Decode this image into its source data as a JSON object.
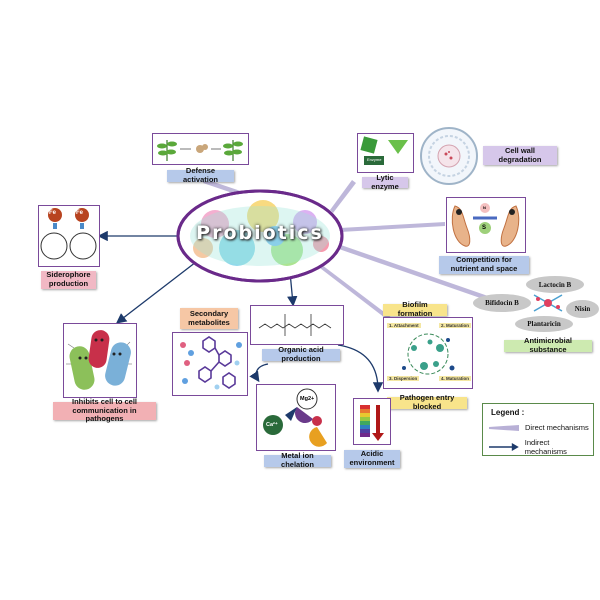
{
  "center": {
    "title": "Probiotics"
  },
  "labels": {
    "defense_activation": "Defense activation",
    "lytic_enzyme": "Lytic enzyme",
    "cell_wall_degradation": "Cell wall degradation",
    "siderophore_production": "Siderophore production",
    "competition": "Competition for nutrient and space",
    "antimicrobial_substance": "Antimicrobial substance",
    "secondary_metabolites": "Secondary metabolites",
    "organic_acid_production": "Organic acid production",
    "biofilm_formation": "Biofilm formation",
    "pathogen_entry_blocked": "Pathogen entry blocked",
    "inhibits_communication": "Inhibits cell to cell communication in pathogens",
    "metal_ion_chelation": "Metal ion chelation",
    "acidic_environment": "Acidic environment"
  },
  "icon_text": {
    "fe": "Fe",
    "enzyme": "Enzyme",
    "ca": "Ca²⁺",
    "mg": "Mg2+",
    "n": "N",
    "s": "S",
    "biofilm_steps": [
      "1. Attachment",
      "2. Maturation",
      "3. Dispersion",
      "4. Maturation"
    ]
  },
  "bacteriocins": [
    "Lactocin B",
    "Bifidocin B",
    "Nisin",
    "Plantaricin"
  ],
  "legend": {
    "title": "Legend :",
    "direct": "Direct mechanisms",
    "indirect": "Indirect mechanisms"
  },
  "colors": {
    "panel_border": "#7a4a9a",
    "indirect_arrow": "#1d3a6b",
    "direct_arrow": "#b7b0d3"
  }
}
